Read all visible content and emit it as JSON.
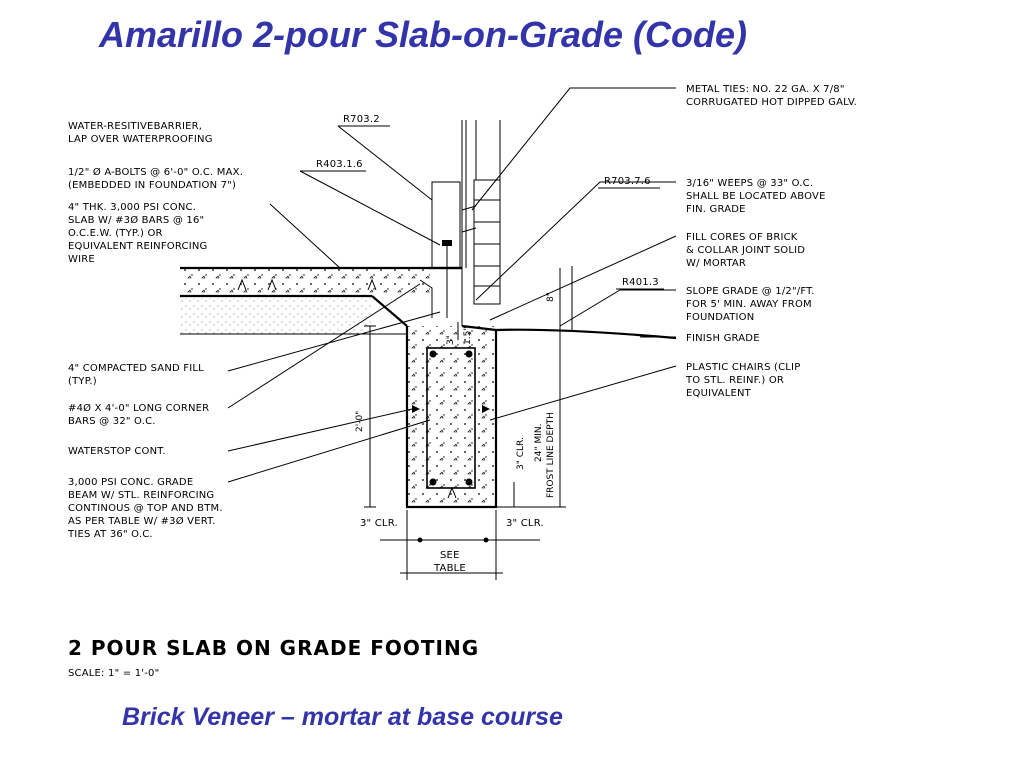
{
  "title": "Amarillo 2-pour Slab-on-Grade (Code)",
  "subtitle": "Brick Veneer – mortar at base course",
  "drawing": {
    "heading": "2 POUR SLAB ON GRADE FOOTING",
    "scale": "SCALE: 1\" = 1'-0\"",
    "refs": {
      "r7032": "R703.2",
      "r4031": "R403.1.6",
      "r7036": "R703.7.6",
      "r4013": "R401.3"
    },
    "left_notes": [
      [
        "WATER-RESITIVEBARRIER,",
        "LAP OVER WATERPROOFING"
      ],
      [
        "1/2\" Ø A-BOLTS @ 6'-0\" O.C. MAX.",
        "(EMBEDDED IN FOUNDATION 7\")"
      ],
      [
        "4\" THK. 3,000 PSI CONC.",
        "SLAB W/ #3Ø BARS @ 16\"",
        "O.C.E.W. (TYP.) OR",
        "EQUIVALENT REINFORCING",
        "WIRE"
      ],
      [
        "4\" COMPACTED SAND FILL",
        "(TYP.)"
      ],
      [
        "#4Ø X 4'-0\" LONG CORNER",
        "BARS @ 32\" O.C."
      ],
      [
        "WATERSTOP CONT."
      ],
      [
        "3,000 PSI CONC. GRADE",
        "BEAM W/ STL. REINFORCING",
        "CONTINOUS @ TOP AND BTM.",
        "AS PER TABLE W/ #3Ø VERT.",
        "TIES AT 36\" O.C."
      ]
    ],
    "right_notes": [
      [
        "METAL TIES: NO. 22 GA. X 7/8\"",
        "CORRUGATED HOT DIPPED GALV."
      ],
      [
        "3/16\" WEEPS @ 33\" O.C.",
        "SHALL BE LOCATED ABOVE",
        "FIN. GRADE"
      ],
      [
        "FILL CORES OF BRICK",
        "& COLLAR JOINT SOLID",
        "W/ MORTAR"
      ],
      [
        "SLOPE GRADE @ 1/2\"/FT.",
        "FOR 5' MIN. AWAY FROM",
        "FOUNDATION"
      ],
      [
        "FINISH GRADE"
      ],
      [
        "PLASTIC CHAIRS (CLIP",
        "TO STL. REINF.) OR",
        "EQUIVALENT"
      ]
    ],
    "dims": {
      "depth": "2'-0\"",
      "grade": "8\"",
      "clr_left": "3\" CLR.",
      "clr_right": "3\" CLR.",
      "clr_vert": "3\" CLR.",
      "frost1": "24\" MIN.",
      "frost2": "FROST LINE DEPTH",
      "table1": "SEE",
      "table2": "TABLE",
      "slab_dim": "3\"",
      "slab_dim2": "1.5\""
    }
  },
  "colors": {
    "title": "#3333aa",
    "ink": "#000000"
  }
}
